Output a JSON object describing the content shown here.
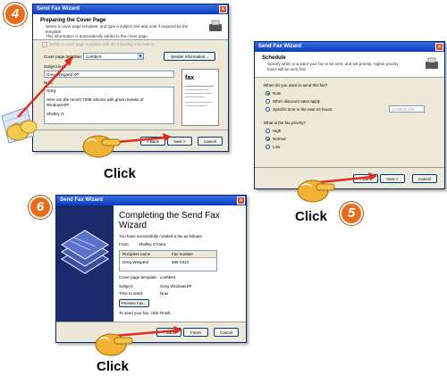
{
  "steps": {
    "s4": "4",
    "s5": "5",
    "s6": "6"
  },
  "click_label": "Click",
  "win4": {
    "title": "Send Fax Wizard",
    "close": "×",
    "header_title": "Preparing the Cover Page",
    "header_sub": "Select a cover page template, and type a subject line and note if required by the template.",
    "header_sub2": "This information is automatically added to the cover page.",
    "checkbox_label": "Select a cover page template with the following information",
    "template_label": "Cover page template:",
    "template_value": "confdent",
    "template_btn": "Sender Information...",
    "subject_label": "Subject line:",
    "subject_value": "Greg Wiegand XP",
    "note_label": "Note:",
    "note_lines": [
      "Greg:",
      "",
      "Here are the recent TIME articles with great reviews of",
      "WindowsXP!",
      "",
      "Shelley O"
    ],
    "preview_fax": "fax",
    "back": "< Back",
    "next": "Next >",
    "cancel": "Cancel"
  },
  "win5": {
    "title": "Send Fax Wizard",
    "close": "×",
    "header_title": "Schedule",
    "header_sub": "Specify when you want your fax to be sent, and set priority. Higher priority faxes will be sent first.",
    "when_label": "When do you want to send this fax?",
    "opt_now": "Now",
    "opt_discount": "When discount rates apply",
    "opt_specific": "Specific time in the next 24 hours:",
    "time_value": "12:00:00 PM",
    "priority_label": "What is the fax priority?",
    "opt_high": "High",
    "opt_normal": "Normal",
    "opt_low": "Low",
    "back": "< Back",
    "next": "Next >",
    "cancel": "Cancel"
  },
  "win6": {
    "title": "Send Fax Wizard",
    "close": "×",
    "heading": "Completing the Send Fax Wizard",
    "created": "You have successfully created a fax as follows:",
    "from_label": "From:",
    "from_value": "Shelley O'Hara",
    "col_name": "Recipient name",
    "col_fax": "Fax number",
    "row_name": "Greg Wiegand",
    "row_fax": "555-0313",
    "template_label": "Cover page template:",
    "template_value": "confdent",
    "subject_label": "Subject:",
    "subject_value": "Greg WindowsXP",
    "time_label": "Time to send:",
    "time_value": "Now",
    "preview_btn": "Preview Fax...",
    "finish_text": "To send your fax, click Finish.",
    "back": "< Back",
    "finish": "Finish",
    "cancel": "Cancel"
  }
}
